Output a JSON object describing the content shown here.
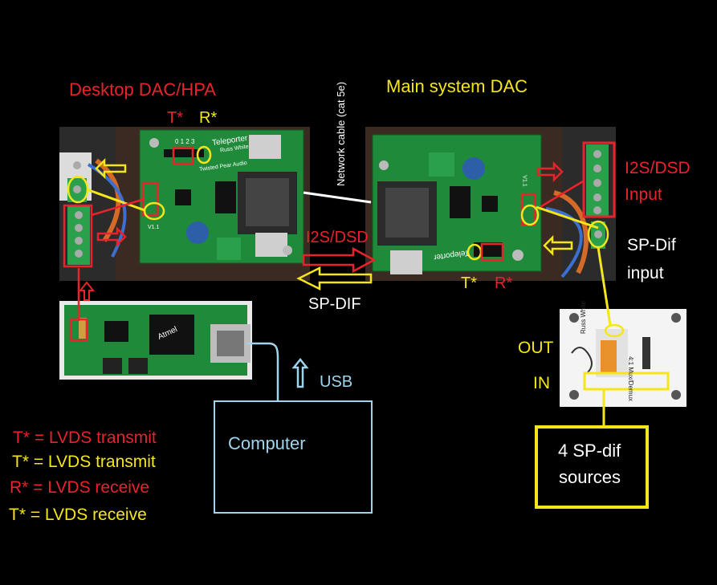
{
  "titles": {
    "desktop": "Desktop DAC/HPA",
    "main": "Main system DAC",
    "network_cable": "Network cable (cat 5e)"
  },
  "jumper_labels": {
    "left_t": "T*",
    "left_r": "R*",
    "right_t": "T*",
    "right_r": "R*"
  },
  "signals": {
    "i2s_dsd": "I2S/DSD",
    "spdif": "SP-DIF",
    "usb": "USB",
    "i2s_dsd_input_1": "I2S/DSD",
    "i2s_dsd_input_2": "Input",
    "spdif_input_1": "SP-Dif",
    "spdif_input_2": "input",
    "out": "OUT",
    "in": "IN"
  },
  "boxes": {
    "computer": "Computer",
    "sources_1": "4 SP-dif",
    "sources_2": "sources"
  },
  "legend": [
    {
      "text": "T* = LVDS transmit",
      "color": "#e8232b"
    },
    {
      "text": "T* = LVDS transmit",
      "color": "#f5e61c"
    },
    {
      "text": "R* = LVDS receive",
      "color": "#e8232b"
    },
    {
      "text": "T* = LVDS receive",
      "color": "#f5e61c"
    }
  ],
  "pcb_text": {
    "teleporter": "Teleporter",
    "russ_white": "Russ White",
    "twisted_pear": "Twisted Pear Audio",
    "version": "V1.1",
    "mux_title": "4:1 Mux/Demux",
    "jumper_numbers": "0 1 2 3",
    "chip_label": "Atmel"
  },
  "colors": {
    "red": "#e8232b",
    "yellow": "#f5e61c",
    "blue": "#9fd4ec",
    "pcb_green": "#1f8a3a",
    "background": "#000000"
  }
}
